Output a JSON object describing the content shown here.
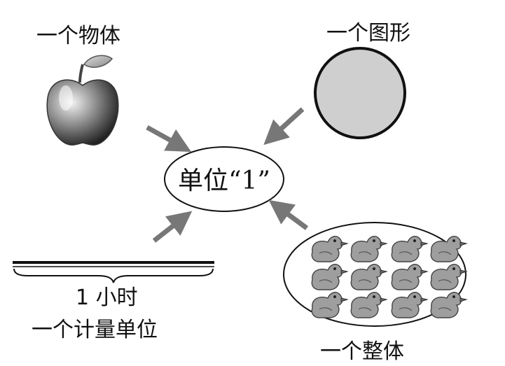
{
  "center": {
    "text": "单位“1”"
  },
  "items": {
    "object": {
      "label": "一个物体",
      "icon": "apple-icon"
    },
    "shape": {
      "label": "一个图形",
      "icon": "circle-shape"
    },
    "measure": {
      "value": "1 小时",
      "label": "一个计量单位",
      "icon": "line-segment-brace"
    },
    "whole": {
      "label": "一个整体",
      "icon": "duck-group-oval",
      "duck_count": 12
    }
  },
  "colors": {
    "arrow": "#777777",
    "circle_fill": "#cfcfcf",
    "ink": "#111111"
  }
}
